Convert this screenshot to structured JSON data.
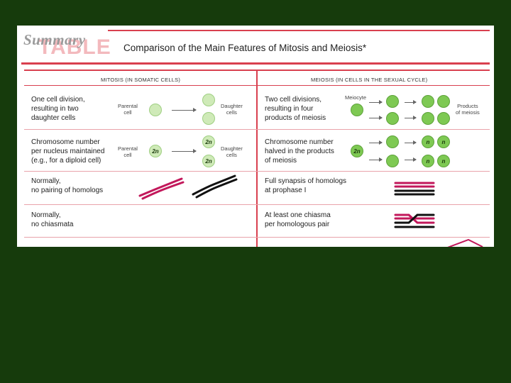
{
  "header": {
    "summary_script": "Summary",
    "summary_table": "TABLE",
    "title": "Comparison of the Main Features of Mitosis and Meiosis*"
  },
  "columns": {
    "mitosis": "MITOSIS (IN SOMATIC CELLS)",
    "meiosis": "MEIOSIS (IN CELLS IN THE SEXUAL CYCLE)"
  },
  "rows": [
    {
      "mitosis": [
        "One cell division,",
        "resulting in two",
        "daughter cells"
      ],
      "meiosis": [
        "Two cell divisions,",
        "resulting in four",
        "products of meiosis"
      ]
    },
    {
      "mitosis": [
        "Chromosome number",
        "per nucleus maintained",
        "(e.g., for a diploid cell)"
      ],
      "meiosis": [
        "Chromosome number",
        "halved in the products",
        "of meiosis"
      ]
    },
    {
      "mitosis": [
        "Normally,",
        "no pairing of homologs"
      ],
      "meiosis": [
        "Full synapsis of homologs",
        "at prophase I"
      ]
    },
    {
      "mitosis": [
        "Normally,",
        "no chiasmata"
      ],
      "meiosis": [
        "At least one chiasma",
        "per homologous pair"
      ]
    }
  ],
  "diagram_labels": {
    "parental": [
      "Parental",
      "cell"
    ],
    "daughter": [
      "Daughter",
      "cells"
    ],
    "meiocyte": "Meiocyte",
    "products": [
      "Products",
      "of meiosis"
    ],
    "two_n": "2n",
    "n": "n"
  },
  "colors": {
    "background": "#163b0c",
    "accent_red": "#d9404f",
    "cell_green": "#7ec953",
    "chromosome_magenta": "#c2185b"
  }
}
